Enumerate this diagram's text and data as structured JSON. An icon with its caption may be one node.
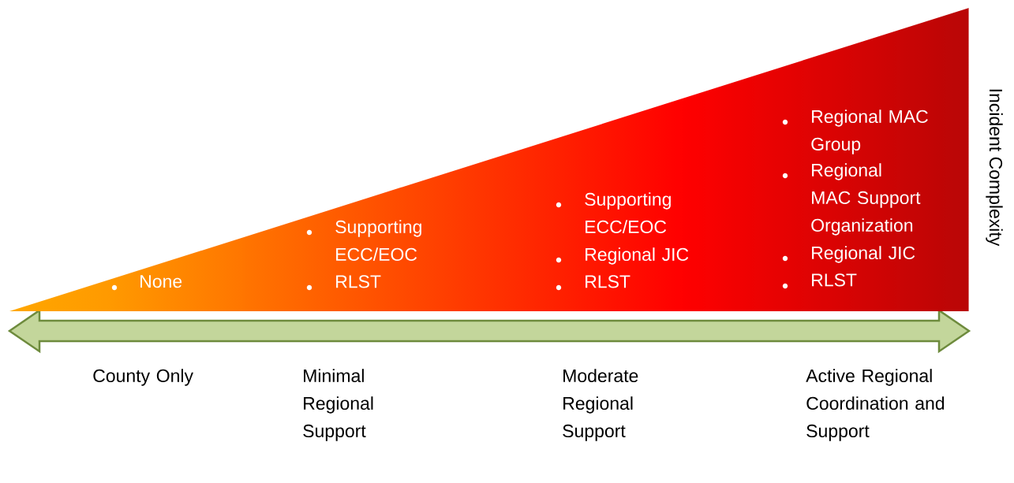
{
  "diagram": {
    "nodes": [
      {
        "text": [
          "None",
          "Supporting ECC/EOC",
          "RLST",
          "Supporting ECC/EOC",
          "Regional JIC",
          "RLST",
          "Regional MAC Group",
          "Regional MAC Support Organization",
          "Regional JIC",
          "RLST"
        ]
      }
    ],
    "labels": [
      "County Only",
      "Minimal Regional Support",
      "Moderate Regional Support",
      "Active Regional Coordination and Support",
      "Incident Complexity"
    ]
  }
}
